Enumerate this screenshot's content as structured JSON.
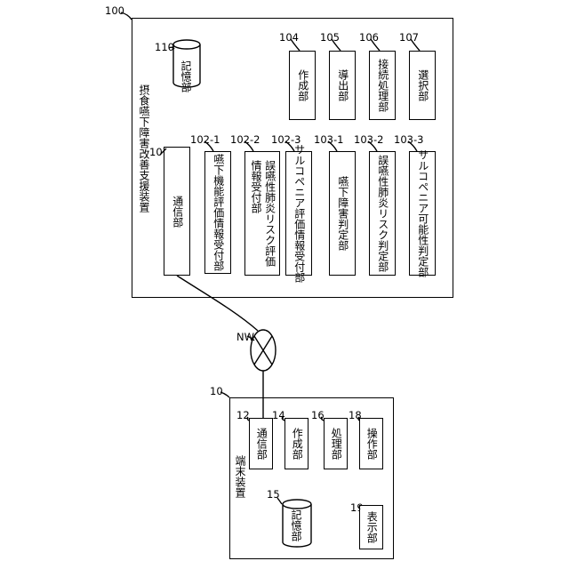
{
  "device": {
    "ref": "100",
    "title": "摂食嚥下障害改善支援装置",
    "storage": {
      "ref": "110",
      "label": "記憶部"
    },
    "comm": {
      "ref": "101",
      "label": "通信部"
    },
    "receivers": [
      {
        "ref": "102-1",
        "label": "嚥下機能評価情報受付部"
      },
      {
        "ref": "102-2",
        "label": "誤嚥性肺炎リスク評価\n情報受付部"
      },
      {
        "ref": "102-3",
        "label": "サルコペニア評価情報受付部"
      }
    ],
    "judges": [
      {
        "ref": "103-1",
        "label": "嚥下障害判定部"
      },
      {
        "ref": "103-2",
        "label": "誤嚥性肺炎リスク判定部"
      },
      {
        "ref": "103-3",
        "label": "サルコペニア可能性判定部"
      }
    ],
    "units": [
      {
        "ref": "104",
        "label": "作成部"
      },
      {
        "ref": "105",
        "label": "導出部"
      },
      {
        "ref": "106",
        "label": "接続処理部"
      },
      {
        "ref": "107",
        "label": "選択部"
      }
    ]
  },
  "network": {
    "label": "NW"
  },
  "terminal": {
    "ref": "10",
    "title": "端末装置",
    "storage": {
      "ref": "15",
      "label": "記憶部"
    },
    "display": {
      "ref": "19",
      "label": "表示部"
    },
    "units": [
      {
        "ref": "12",
        "label": "通信部"
      },
      {
        "ref": "14",
        "label": "作成部"
      },
      {
        "ref": "16",
        "label": "処理部"
      },
      {
        "ref": "18",
        "label": "操作部"
      }
    ]
  }
}
